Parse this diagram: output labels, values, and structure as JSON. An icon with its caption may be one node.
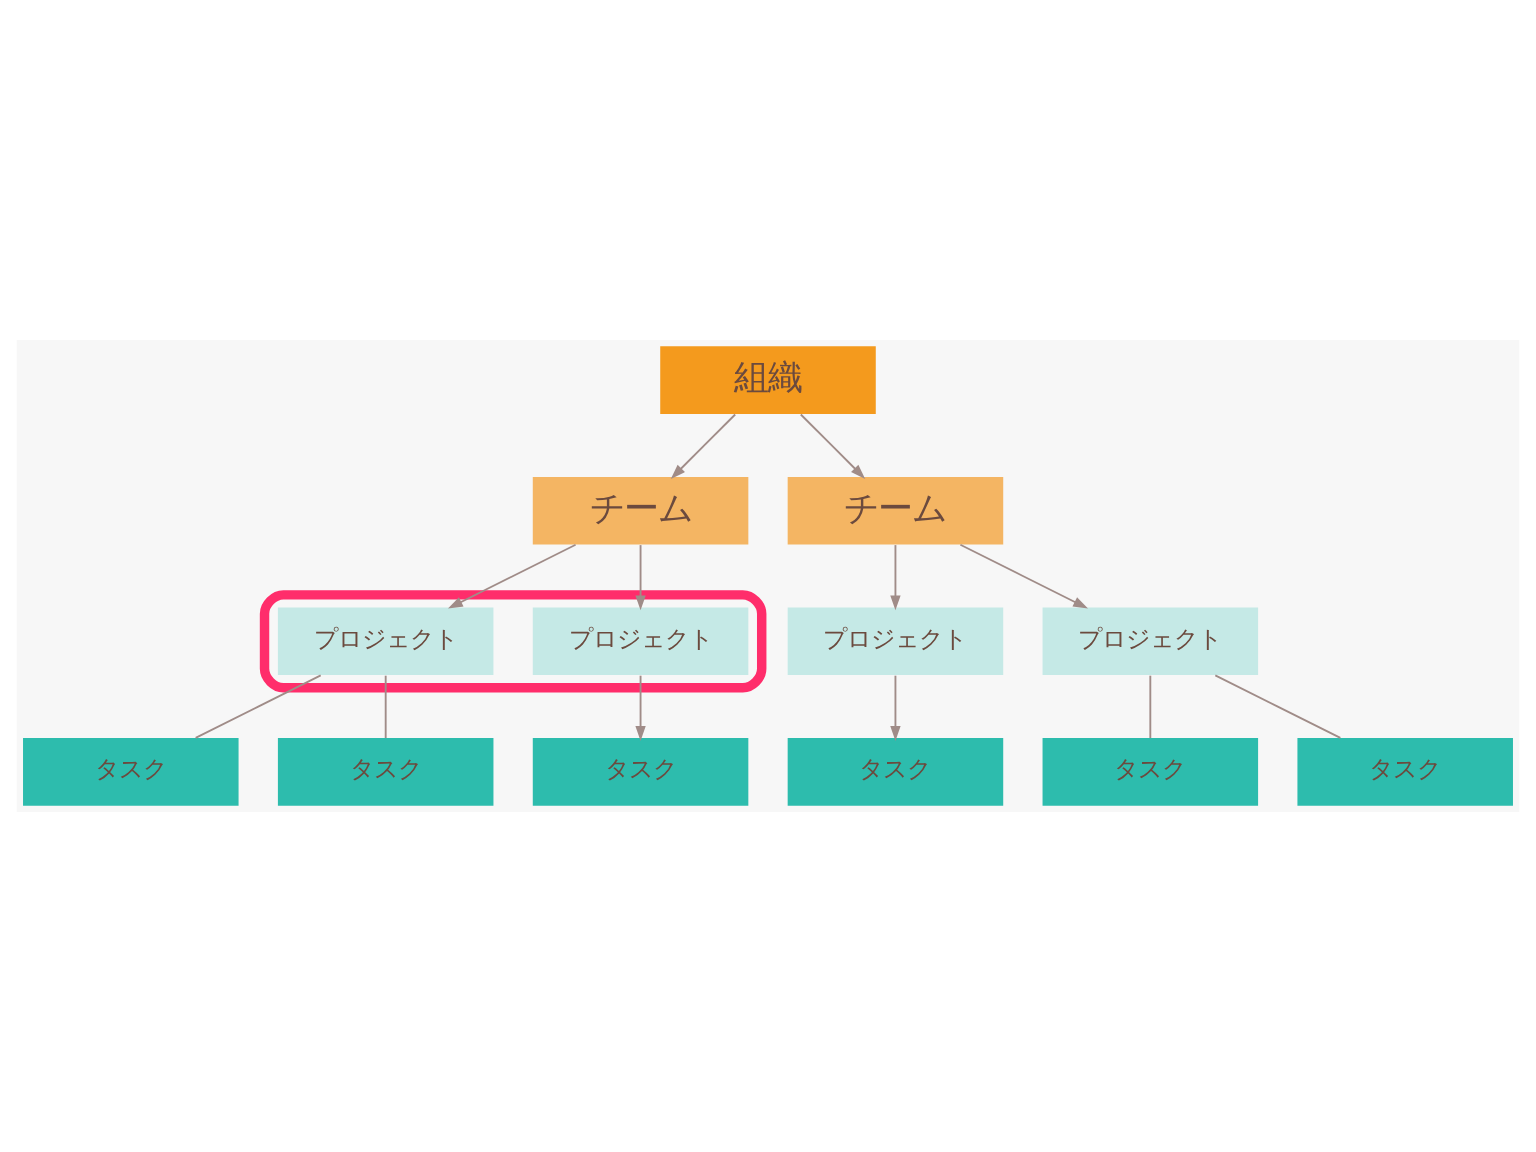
{
  "diagram": {
    "nodes": [
      {
        "text": [
          "組織"
        ]
      },
      {
        "text": [
          "チーム"
        ]
      },
      {
        "text": [
          "チーム"
        ]
      },
      {
        "text": [],
        "shape": "box"
      },
      {
        "text": [
          "プロジェクト"
        ],
        "in": 3
      },
      {
        "text": [
          "プロジェクト"
        ],
        "in": 3
      },
      {
        "text": [
          "プロジェクト"
        ]
      },
      {
        "text": [
          "プロジェクト"
        ]
      },
      {
        "text": [
          "タスク"
        ]
      },
      {
        "text": [
          "タスク"
        ]
      },
      {
        "text": [
          "タスク"
        ]
      },
      {
        "text": [
          "タスク"
        ]
      },
      {
        "text": [
          "タスク"
        ]
      },
      {
        "text": [
          "タスク"
        ]
      }
    ],
    "edges": [
      {
        "from": 0,
        "to": 1,
        "arrow": "to"
      },
      {
        "from": 0,
        "to": 2,
        "arrow": "to"
      },
      {
        "from": 1,
        "to": 4,
        "arrow": "to"
      },
      {
        "from": 1,
        "to": 5,
        "arrow": "to"
      },
      {
        "from": 2,
        "to": 6,
        "arrow": "to"
      },
      {
        "from": 2,
        "to": 7,
        "arrow": "to"
      },
      {
        "from": 4,
        "to": 8,
        "arrow": "none"
      },
      {
        "from": 4,
        "to": 9,
        "arrow": "none"
      },
      {
        "from": 5,
        "to": 10,
        "arrow": "to"
      },
      {
        "from": 6,
        "to": 11,
        "arrow": "to"
      },
      {
        "from": 7,
        "to": 12,
        "arrow": "none"
      },
      {
        "from": 7,
        "to": 13,
        "arrow": "none"
      }
    ]
  }
}
